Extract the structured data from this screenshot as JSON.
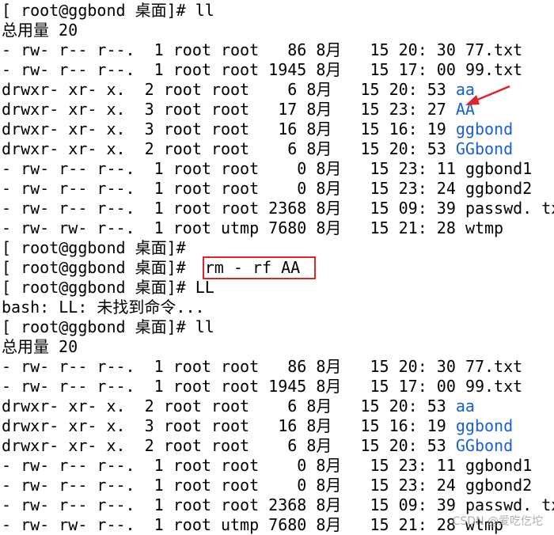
{
  "colors": {
    "background": "#ffffff",
    "text": "#000000",
    "directory": "#1a5fd1",
    "annotation": "#d9262e"
  },
  "terminal": {
    "lines": [
      {
        "text": "[ root@ggbond 桌面]# ll"
      },
      {
        "text": "总用量 20"
      },
      {
        "text": "- rw- r-- r--.  1 root root   86 8月   15 20: 30 ",
        "name": "77.txt"
      },
      {
        "text": "- rw- r-- r--.  1 root root 1945 8月   15 17: 00 ",
        "name": "99.txt"
      },
      {
        "text": "drwxr- xr- x.  2 root root    6 8月   15 20: 53 ",
        "name": "aa",
        "dir": true
      },
      {
        "text": "drwxr- xr- x.  3 root root   17 8月   15 23: 27 ",
        "name": "AA",
        "dir": true
      },
      {
        "text": "drwxr- xr- x.  3 root root   16 8月   15 16: 19 ",
        "name": "ggbond",
        "dir": true
      },
      {
        "text": "drwxr- xr- x.  2 root root    6 8月   15 20: 53 ",
        "name": "GGbond",
        "dir": true
      },
      {
        "text": "- rw- r-- r--.  1 root root    0 8月   15 23: 11 ",
        "name": "ggbond1"
      },
      {
        "text": "- rw- r-- r--.  1 root root    0 8月   15 23: 24 ",
        "name": "ggbond2"
      },
      {
        "text": "- rw- r-- r--.  1 root root 2368 8月   15 09: 39 ",
        "name": "passwd. txt"
      },
      {
        "text": "- rw- rw- r--.  1 root utmp 7680 8月   15 21: 28 ",
        "name": "wtmp"
      },
      {
        "text": "[ root@ggbond 桌面]# "
      },
      {
        "text": "[ root@ggbond 桌面]#  rm - rf AA"
      },
      {
        "text": "[ root@ggbond 桌面]# LL"
      },
      {
        "text": "bash: LL: 未找到命令..."
      },
      {
        "text": "[ root@ggbond 桌面]# ll"
      },
      {
        "text": "总用量 20"
      },
      {
        "text": "- rw- r-- r--.  1 root root   86 8月   15 20: 30 ",
        "name": "77.txt"
      },
      {
        "text": "- rw- r-- r--.  1 root root 1945 8月   15 17: 00 ",
        "name": "99.txt"
      },
      {
        "text": "drwxr- xr- x.  2 root root    6 8月   15 20: 53 ",
        "name": "aa",
        "dir": true
      },
      {
        "text": "drwxr- xr- x.  3 root root   16 8月   15 16: 19 ",
        "name": "ggbond",
        "dir": true
      },
      {
        "text": "drwxr- xr- x.  2 root root    6 8月   15 20: 53 ",
        "name": "GGbond",
        "dir": true
      },
      {
        "text": "- rw- r-- r--.  1 root root    0 8月   15 23: 11 ",
        "name": "ggbond1"
      },
      {
        "text": "- rw- r-- r--.  1 root root    0 8月   15 23: 24 ",
        "name": "ggbond2"
      },
      {
        "text": "- rw- r-- r--.  1 root root 2368 8月   15 09: 39 ",
        "name": "passwd. txt"
      },
      {
        "text": "- rw- rw- r--.  1 root utmp 7680 8月   15 21: 28 ",
        "name": "wtmp"
      }
    ]
  },
  "watermark": "CSDN @爱吃仡坨"
}
